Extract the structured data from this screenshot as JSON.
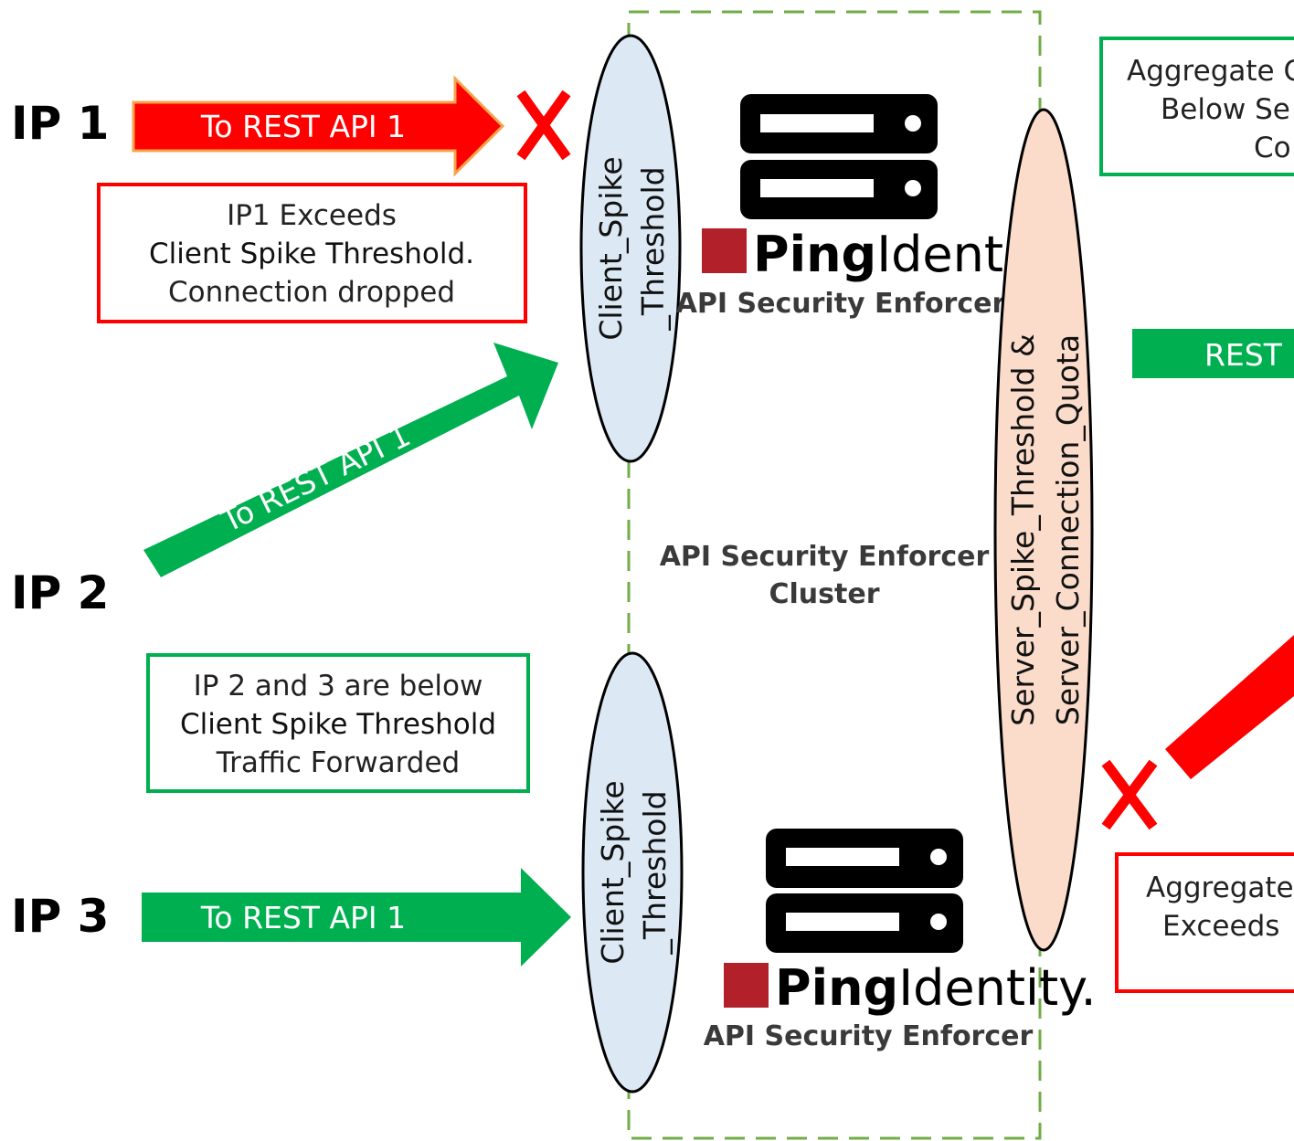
{
  "ip_labels": {
    "ip1": "IP 1",
    "ip2": "IP 2",
    "ip3": "IP 3"
  },
  "arrows": {
    "ip1_arrow": "To REST API 1",
    "ip2_arrow": "To REST API 1",
    "ip3_arrow": "To REST API 1",
    "right_arrow": "REST"
  },
  "boxes": {
    "ip1_box": {
      "line1": "IP1 Exceeds",
      "line2": "Client Spike Threshold.",
      "line3": "Connection dropped"
    },
    "ip23_box": {
      "line1": "IP 2 and 3 are below",
      "line2": "Client Spike Threshold",
      "line3": "Traffic Forwarded"
    },
    "right_top_box": {
      "line1": "Aggregate C",
      "line2": "Below Se",
      "line3": "Co"
    },
    "right_bottom_box": {
      "line1": "Aggregate",
      "line2": "Exceeds"
    }
  },
  "ellipses": {
    "top_client_line1": "Client_Spike",
    "top_client_line2": "_Threshold",
    "bottom_client_line1": "Client_Spike",
    "bottom_client_line2": "_Threshold",
    "server_line1": "Server_Spike_Threshold &",
    "server_line2": "Server_Connection_Quota"
  },
  "logos": {
    "ping_bold": "Ping",
    "ping_light": "Identity.",
    "top_caption": "API Security Enforcer",
    "bottom_caption": "API Security Enforcer"
  },
  "cluster": {
    "line1": "API Security Enforcer",
    "line2": "Cluster"
  },
  "colors": {
    "red": "#ff0000",
    "green": "#00b050",
    "ellipse_blue": "#dce9f5",
    "ellipse_peach": "#fbdccb",
    "dashed_border": "#70ad47",
    "ping_red": "#b2202a"
  }
}
